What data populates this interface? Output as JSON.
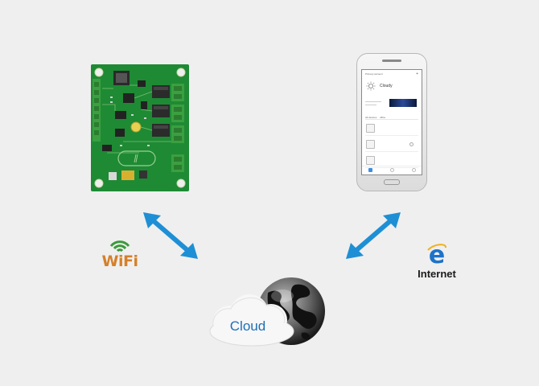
{
  "labels": {
    "wifi": "WiFi",
    "internet": "Internet",
    "cloud": "Cloud"
  },
  "phone_app": {
    "header": "Primary account",
    "title": "Cloudy",
    "devices_tab": "All devices",
    "group_tab": "office"
  },
  "icons": {
    "wifi": "wifi-icon",
    "internet": "internet-explorer-icon",
    "cloud": "cloud-icon",
    "globe": "globe-icon",
    "arrow": "double-arrow-icon"
  },
  "colors": {
    "background": "#efefef",
    "arrow": "#1e8fd5",
    "pcb": "#1e8a34",
    "wifi_green": "#3a9a3a",
    "wifi_orange": "#d5802a",
    "cloud_text": "#1f6fb8",
    "internet_blue": "#1e73c8"
  }
}
